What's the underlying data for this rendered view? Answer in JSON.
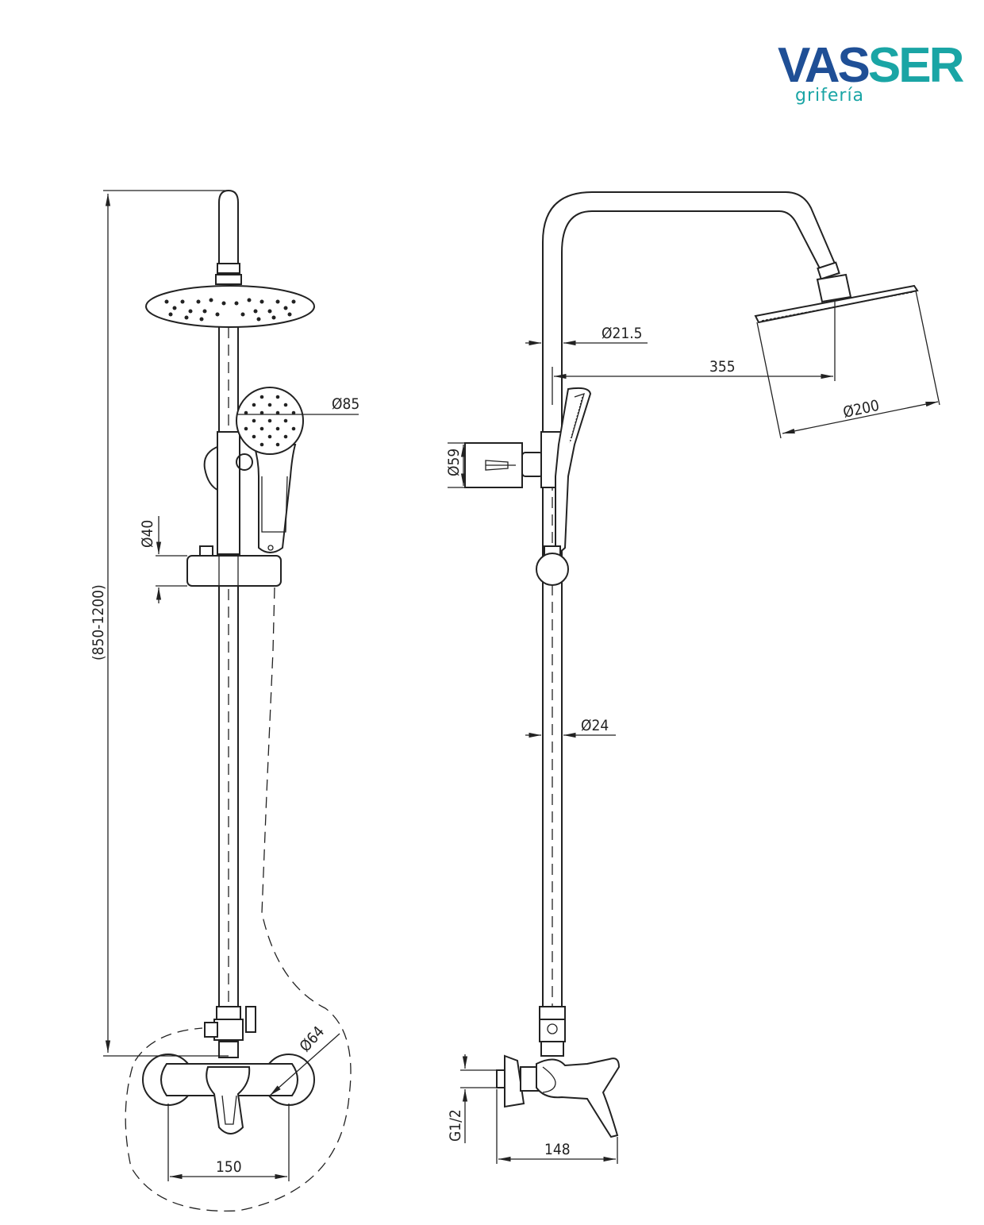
{
  "brand": {
    "name_part1": "VAS",
    "name_part2": "SER",
    "tagline": "grifería",
    "colors": {
      "primary": "#1f4f96",
      "accent": "#1aa5a5"
    }
  },
  "dimensions": {
    "height_range": "(850-1200)",
    "hand_shower_diameter": "Ø85",
    "slider_diameter": "Ø40",
    "spacing_width": "150",
    "escutcheon_diameter": "Ø64",
    "arm_diameter": "Ø21.5",
    "arm_reach": "355",
    "head_diameter": "Ø200",
    "bracket_diameter": "Ø59",
    "bar_diameter": "Ø24",
    "inlet_thread": "G1/2",
    "mixer_depth": "148"
  }
}
